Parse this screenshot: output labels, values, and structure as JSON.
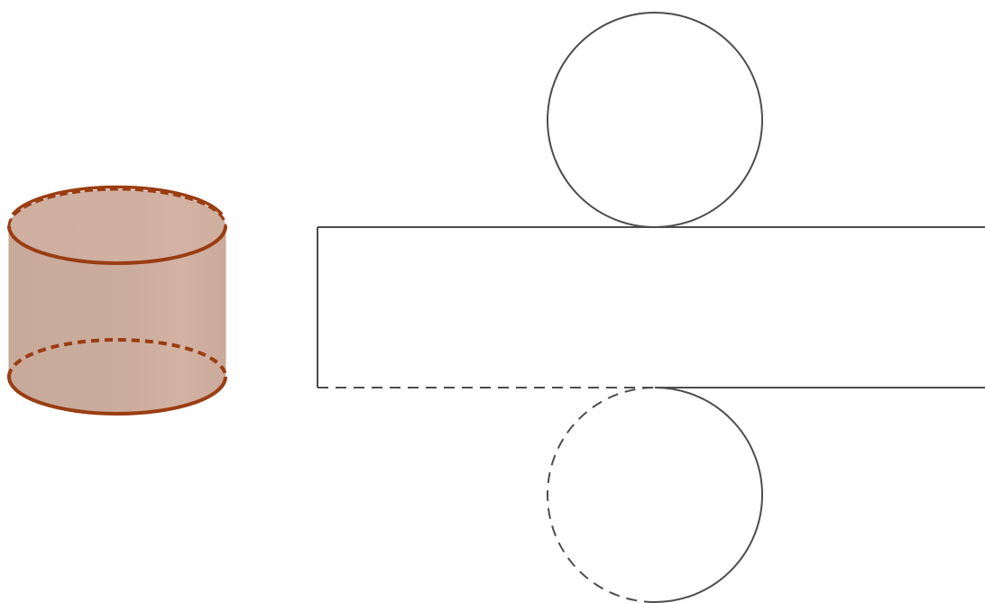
{
  "figure": {
    "description_text": "",
    "colors": {
      "background": "#ffffff",
      "cylinder_fill": "#c9ab9c",
      "cylinder_fill_highlight": "#d4b3a3",
      "cylinder_stroke": "#9a3d12",
      "net_stroke": "#4d4d4d"
    },
    "cylinder": {
      "line_styles": {
        "top_rim": "solid",
        "bottom_front_rim": "solid",
        "bottom_back_rim": "dashed",
        "top_back_rim": "dashed"
      }
    },
    "net": {
      "parts": [
        "top-circle",
        "lateral-rectangle",
        "bottom-circle"
      ],
      "line_styles": {
        "rectangle_bottom_left_segment": "dashed",
        "bottom_circle_left_arc": "dashed"
      }
    }
  }
}
